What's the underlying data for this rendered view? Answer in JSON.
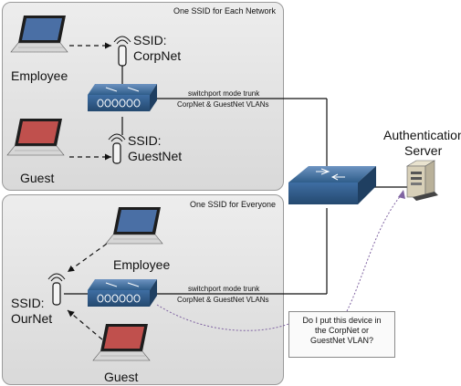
{
  "top_panel": {
    "title": "One SSID for Each Network",
    "employee_label": "Employee",
    "guest_label": "Guest",
    "ssid_corp": [
      "SSID:",
      "CorpNet"
    ],
    "ssid_guest": [
      "SSID:",
      "GuestNet"
    ],
    "trunk_line1": "switchport mode trunk",
    "trunk_line2": "CorpNet & GuestNet VLANs"
  },
  "bottom_panel": {
    "title": "One SSID for Everyone",
    "employee_label": "Employee",
    "guest_label": "Guest",
    "ssid_our": [
      "SSID:",
      "OurNet"
    ],
    "trunk_line1": "switchport mode trunk",
    "trunk_line2": "CorpNet & GuestNet VLANs"
  },
  "server_label": [
    "Authentication",
    "Server"
  ],
  "question_note": [
    "Do I put this device in",
    "the CorpNet or",
    "GuestNet VLAN?"
  ],
  "colors": {
    "laptop_blue": "#4a6fa5",
    "laptop_red": "#c0504d",
    "switch_blue": "#2f5d8a",
    "question_line": "#8064a2",
    "panel_border": "#9a9a9a"
  }
}
